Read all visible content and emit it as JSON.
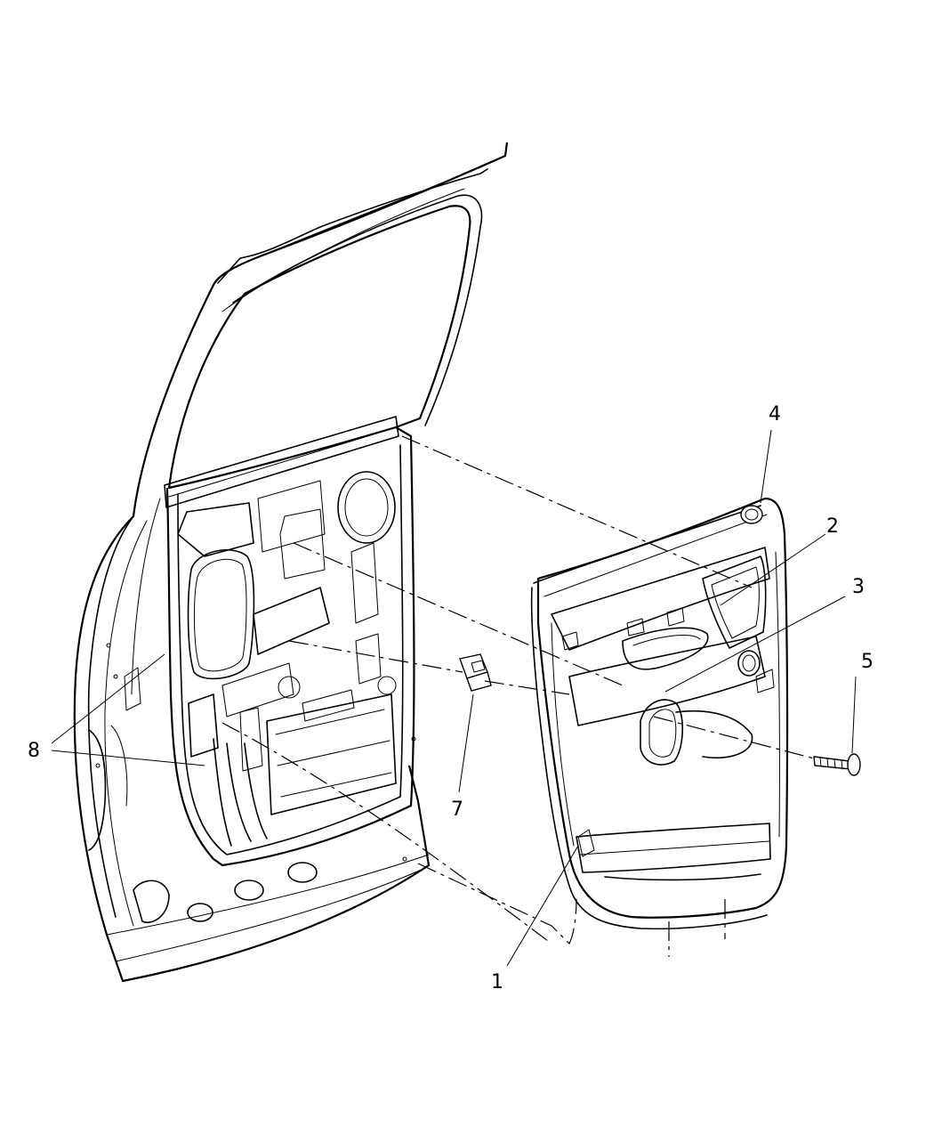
{
  "callouts": [
    {
      "id": "1",
      "label": "1"
    },
    {
      "id": "2",
      "label": "2"
    },
    {
      "id": "3",
      "label": "3"
    },
    {
      "id": "4",
      "label": "4"
    },
    {
      "id": "5",
      "label": "5"
    },
    {
      "id": "7",
      "label": "7"
    },
    {
      "id": "8",
      "label": "8"
    }
  ]
}
